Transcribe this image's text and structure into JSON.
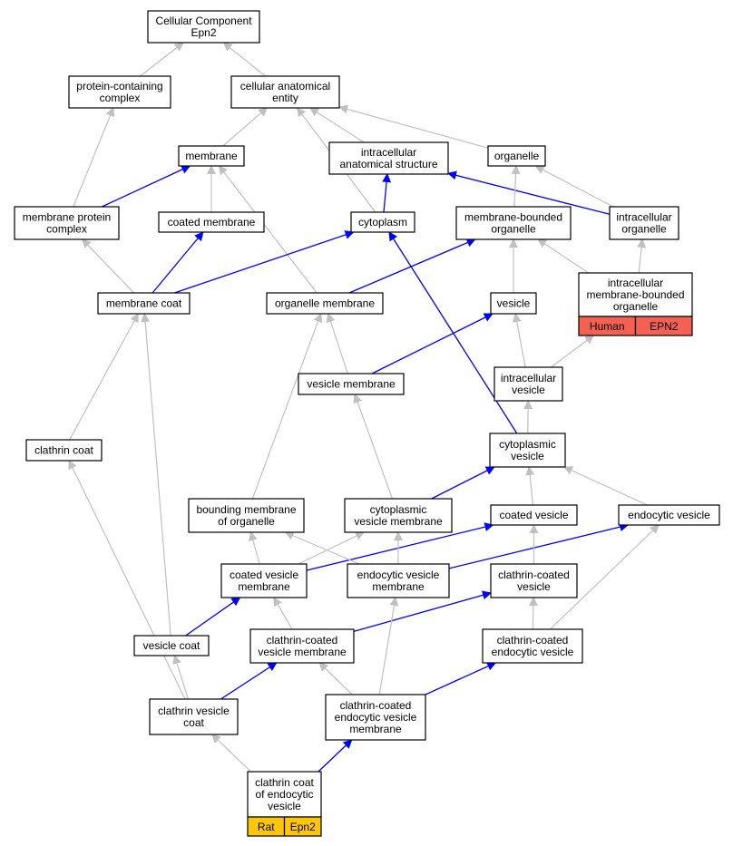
{
  "graph": {
    "colors": {
      "node_fill": "#ffffff",
      "node_stroke": "#000000",
      "is_a_edge": "#c0c0c0",
      "part_of_edge": "#0000ff",
      "human_badge": "#f26152",
      "rat_badge": "#fcc60a"
    },
    "nodes": [
      {
        "id": "cc_epn2",
        "lines": [
          "Cellular Component",
          "Epn2"
        ]
      },
      {
        "id": "protein_complex",
        "lines": [
          "protein-containing",
          "complex"
        ]
      },
      {
        "id": "cell_anat",
        "lines": [
          "cellular anatomical",
          "entity"
        ]
      },
      {
        "id": "membrane",
        "lines": [
          "membrane"
        ]
      },
      {
        "id": "intracellular_anat",
        "lines": [
          "intracellular",
          "anatomical structure"
        ]
      },
      {
        "id": "organelle",
        "lines": [
          "organelle"
        ]
      },
      {
        "id": "membrane_protein_complex",
        "lines": [
          "membrane protein",
          "complex"
        ]
      },
      {
        "id": "coated_membrane",
        "lines": [
          "coated membrane"
        ]
      },
      {
        "id": "cytoplasm",
        "lines": [
          "cytoplasm"
        ]
      },
      {
        "id": "membrane_bounded_organelle",
        "lines": [
          "membrane-bounded",
          "organelle"
        ]
      },
      {
        "id": "intracellular_organelle",
        "lines": [
          "intracellular",
          "organelle"
        ]
      },
      {
        "id": "membrane_coat",
        "lines": [
          "membrane coat"
        ]
      },
      {
        "id": "organelle_membrane",
        "lines": [
          "organelle membrane"
        ]
      },
      {
        "id": "vesicle",
        "lines": [
          "vesicle"
        ]
      },
      {
        "id": "intracellular_mbo",
        "lines": [
          "intracellular",
          "membrane-bounded",
          "organelle"
        ],
        "badges": [
          "Human",
          "EPN2"
        ]
      },
      {
        "id": "vesicle_membrane",
        "lines": [
          "vesicle membrane"
        ]
      },
      {
        "id": "intracellular_vesicle",
        "lines": [
          "intracellular",
          "vesicle"
        ]
      },
      {
        "id": "clathrin_coat",
        "lines": [
          "clathrin coat"
        ]
      },
      {
        "id": "cytoplasmic_vesicle",
        "lines": [
          "cytoplasmic",
          "vesicle"
        ]
      },
      {
        "id": "bounding_membrane",
        "lines": [
          "bounding membrane",
          "of organelle"
        ]
      },
      {
        "id": "cyto_vesicle_membrane",
        "lines": [
          "cytoplasmic",
          "vesicle membrane"
        ]
      },
      {
        "id": "coated_vesicle",
        "lines": [
          "coated vesicle"
        ]
      },
      {
        "id": "endocytic_vesicle",
        "lines": [
          "endocytic vesicle"
        ]
      },
      {
        "id": "coated_vesicle_membrane",
        "lines": [
          "coated vesicle",
          "membrane"
        ]
      },
      {
        "id": "endocytic_vesicle_membrane",
        "lines": [
          "endocytic vesicle",
          "membrane"
        ]
      },
      {
        "id": "clathrin_coated_vesicle",
        "lines": [
          "clathrin-coated",
          "vesicle"
        ]
      },
      {
        "id": "vesicle_coat",
        "lines": [
          "vesicle coat"
        ]
      },
      {
        "id": "cc_vesicle_membrane",
        "lines": [
          "clathrin-coated",
          "vesicle membrane"
        ]
      },
      {
        "id": "cc_endocytic_vesicle",
        "lines": [
          "clathrin-coated",
          "endocytic vesicle"
        ]
      },
      {
        "id": "clathrin_vesicle_coat",
        "lines": [
          "clathrin vesicle",
          "coat"
        ]
      },
      {
        "id": "cc_endocytic_vesicle_membrane",
        "lines": [
          "clathrin-coated",
          "endocytic vesicle",
          "membrane"
        ]
      },
      {
        "id": "clathrin_coat_endocytic_vesicle",
        "lines": [
          "clathrin coat",
          "of endocytic",
          "vesicle"
        ],
        "badges": [
          "Rat",
          "Epn2"
        ]
      }
    ],
    "edges": [
      {
        "from": "protein_complex",
        "to": "cc_epn2",
        "type": "is_a"
      },
      {
        "from": "cell_anat",
        "to": "cc_epn2",
        "type": "is_a"
      },
      {
        "from": "membrane",
        "to": "cell_anat",
        "type": "is_a"
      },
      {
        "from": "cytoplasm",
        "to": "cell_anat",
        "type": "is_a"
      },
      {
        "from": "intracellular_anat",
        "to": "cell_anat",
        "type": "is_a"
      },
      {
        "from": "organelle",
        "to": "cell_anat",
        "type": "is_a"
      },
      {
        "from": "membrane_protein_complex",
        "to": "protein_complex",
        "type": "is_a"
      },
      {
        "from": "membrane_protein_complex",
        "to": "membrane",
        "type": "part_of"
      },
      {
        "from": "coated_membrane",
        "to": "membrane",
        "type": "is_a"
      },
      {
        "from": "organelle_membrane",
        "to": "membrane",
        "type": "is_a"
      },
      {
        "from": "cytoplasm",
        "to": "intracellular_anat",
        "type": "part_of"
      },
      {
        "from": "intracellular_organelle",
        "to": "intracellular_anat",
        "type": "part_of"
      },
      {
        "from": "membrane_bounded_organelle",
        "to": "organelle",
        "type": "is_a"
      },
      {
        "from": "intracellular_organelle",
        "to": "organelle",
        "type": "is_a"
      },
      {
        "from": "membrane_coat",
        "to": "membrane_protein_complex",
        "type": "is_a"
      },
      {
        "from": "membrane_coat",
        "to": "coated_membrane",
        "type": "part_of"
      },
      {
        "from": "membrane_coat",
        "to": "cytoplasm",
        "type": "part_of"
      },
      {
        "from": "organelle_membrane",
        "to": "membrane_bounded_organelle",
        "type": "part_of"
      },
      {
        "from": "intracellular_mbo",
        "to": "membrane_bounded_organelle",
        "type": "is_a"
      },
      {
        "from": "intracellular_mbo",
        "to": "intracellular_organelle",
        "type": "is_a"
      },
      {
        "from": "vesicle",
        "to": "membrane_bounded_organelle",
        "type": "is_a"
      },
      {
        "from": "vesicle_membrane",
        "to": "organelle_membrane",
        "type": "is_a"
      },
      {
        "from": "vesicle_membrane",
        "to": "vesicle",
        "type": "part_of"
      },
      {
        "from": "intracellular_vesicle",
        "to": "vesicle",
        "type": "is_a"
      },
      {
        "from": "intracellular_vesicle",
        "to": "intracellular_mbo",
        "type": "is_a"
      },
      {
        "from": "clathrin_coat",
        "to": "membrane_coat",
        "type": "is_a"
      },
      {
        "from": "cytoplasmic_vesicle",
        "to": "intracellular_vesicle",
        "type": "is_a"
      },
      {
        "from": "cytoplasmic_vesicle",
        "to": "cytoplasm",
        "type": "part_of"
      },
      {
        "from": "bounding_membrane",
        "to": "organelle_membrane",
        "type": "is_a"
      },
      {
        "from": "cyto_vesicle_membrane",
        "to": "vesicle_membrane",
        "type": "is_a"
      },
      {
        "from": "cyto_vesicle_membrane",
        "to": "cytoplasmic_vesicle",
        "type": "part_of"
      },
      {
        "from": "coated_vesicle",
        "to": "cytoplasmic_vesicle",
        "type": "is_a"
      },
      {
        "from": "endocytic_vesicle",
        "to": "cytoplasmic_vesicle",
        "type": "is_a"
      },
      {
        "from": "coated_vesicle_membrane",
        "to": "bounding_membrane",
        "type": "is_a"
      },
      {
        "from": "coated_vesicle_membrane",
        "to": "cyto_vesicle_membrane",
        "type": "is_a"
      },
      {
        "from": "coated_vesicle_membrane",
        "to": "coated_vesicle",
        "type": "part_of"
      },
      {
        "from": "endocytic_vesicle_membrane",
        "to": "bounding_membrane",
        "type": "is_a"
      },
      {
        "from": "endocytic_vesicle_membrane",
        "to": "cyto_vesicle_membrane",
        "type": "is_a"
      },
      {
        "from": "endocytic_vesicle_membrane",
        "to": "endocytic_vesicle",
        "type": "part_of"
      },
      {
        "from": "clathrin_coated_vesicle",
        "to": "coated_vesicle",
        "type": "is_a"
      },
      {
        "from": "vesicle_coat",
        "to": "membrane_coat",
        "type": "is_a"
      },
      {
        "from": "vesicle_coat",
        "to": "coated_vesicle_membrane",
        "type": "part_of"
      },
      {
        "from": "cc_vesicle_membrane",
        "to": "coated_vesicle_membrane",
        "type": "is_a"
      },
      {
        "from": "cc_vesicle_membrane",
        "to": "clathrin_coated_vesicle",
        "type": "part_of"
      },
      {
        "from": "cc_endocytic_vesicle",
        "to": "clathrin_coated_vesicle",
        "type": "is_a"
      },
      {
        "from": "cc_endocytic_vesicle",
        "to": "endocytic_vesicle",
        "type": "is_a"
      },
      {
        "from": "clathrin_vesicle_coat",
        "to": "clathrin_coat",
        "type": "is_a"
      },
      {
        "from": "clathrin_vesicle_coat",
        "to": "vesicle_coat",
        "type": "is_a"
      },
      {
        "from": "clathrin_vesicle_coat",
        "to": "cc_vesicle_membrane",
        "type": "part_of"
      },
      {
        "from": "cc_endocytic_vesicle_membrane",
        "to": "cc_vesicle_membrane",
        "type": "is_a"
      },
      {
        "from": "cc_endocytic_vesicle_membrane",
        "to": "endocytic_vesicle_membrane",
        "type": "is_a"
      },
      {
        "from": "cc_endocytic_vesicle_membrane",
        "to": "cc_endocytic_vesicle",
        "type": "part_of"
      },
      {
        "from": "clathrin_coat_endocytic_vesicle",
        "to": "clathrin_vesicle_coat",
        "type": "is_a"
      },
      {
        "from": "clathrin_coat_endocytic_vesicle",
        "to": "cc_endocytic_vesicle_membrane",
        "type": "part_of"
      }
    ]
  }
}
